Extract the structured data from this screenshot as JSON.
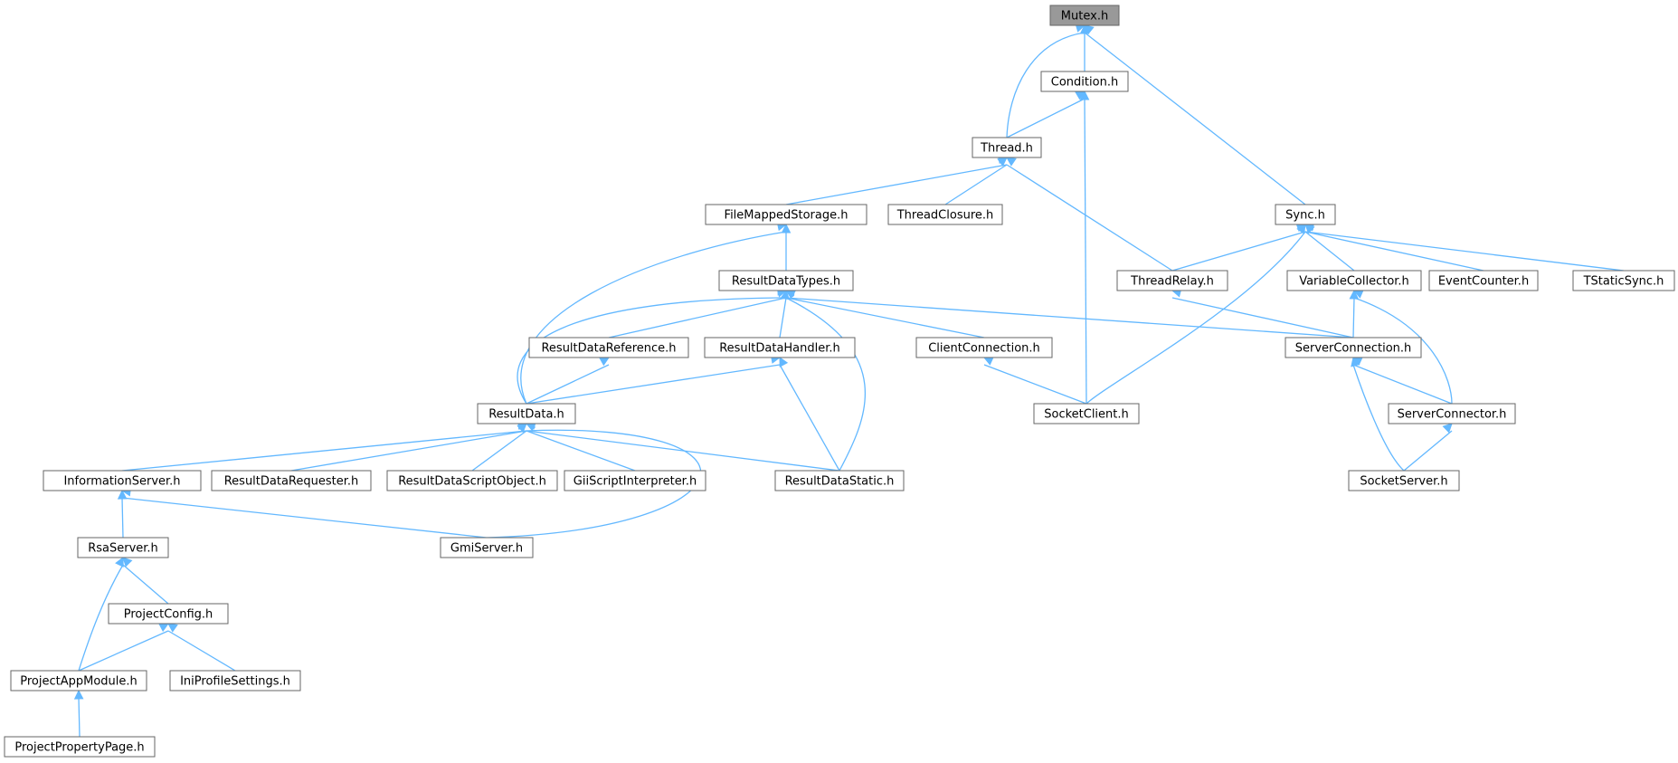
{
  "graph": {
    "colors": {
      "edge": "#63b8ff",
      "root_fill": "#999999",
      "border": "#666666"
    },
    "nodes": [
      {
        "id": "mutex",
        "label": "Mutex.h",
        "root": true
      },
      {
        "id": "condition",
        "label": "Condition.h"
      },
      {
        "id": "thread",
        "label": "Thread.h"
      },
      {
        "id": "sync",
        "label": "Sync.h"
      },
      {
        "id": "filemapped",
        "label": "FileMappedStorage.h"
      },
      {
        "id": "threadclosure",
        "label": "ThreadClosure.h"
      },
      {
        "id": "resultdatatypes",
        "label": "ResultDataTypes.h"
      },
      {
        "id": "threadrelay",
        "label": "ThreadRelay.h"
      },
      {
        "id": "variablecollector",
        "label": "VariableCollector.h"
      },
      {
        "id": "eventcounter",
        "label": "EventCounter.h"
      },
      {
        "id": "tstaticsync",
        "label": "TStaticSync.h"
      },
      {
        "id": "resultdatareference",
        "label": "ResultDataReference.h"
      },
      {
        "id": "resultdatahandler",
        "label": "ResultDataHandler.h"
      },
      {
        "id": "clientconnection",
        "label": "ClientConnection.h"
      },
      {
        "id": "serverconnection",
        "label": "ServerConnection.h"
      },
      {
        "id": "resultdata",
        "label": "ResultData.h"
      },
      {
        "id": "socketclient",
        "label": "SocketClient.h"
      },
      {
        "id": "serverconnector",
        "label": "ServerConnector.h"
      },
      {
        "id": "informationserver",
        "label": "InformationServer.h"
      },
      {
        "id": "resultdatarequester",
        "label": "ResultDataRequester.h"
      },
      {
        "id": "resultdatascriptobject",
        "label": "ResultDataScriptObject.h"
      },
      {
        "id": "giiscriptinterpreter",
        "label": "GiiScriptInterpreter.h"
      },
      {
        "id": "resultdatastatic",
        "label": "ResultDataStatic.h"
      },
      {
        "id": "socketserver",
        "label": "SocketServer.h"
      },
      {
        "id": "rsaserver",
        "label": "RsaServer.h"
      },
      {
        "id": "gmiserver",
        "label": "GmiServer.h"
      },
      {
        "id": "projectconfig",
        "label": "ProjectConfig.h"
      },
      {
        "id": "projectappmodule",
        "label": "ProjectAppModule.h"
      },
      {
        "id": "iniprofilesettings",
        "label": "IniProfileSettings.h"
      },
      {
        "id": "projectpropertypage",
        "label": "ProjectPropertyPage.h"
      }
    ],
    "edges": [
      [
        "mutex",
        "condition"
      ],
      [
        "mutex",
        "thread"
      ],
      [
        "mutex",
        "sync"
      ],
      [
        "condition",
        "thread"
      ],
      [
        "condition",
        "socketclient"
      ],
      [
        "thread",
        "filemapped"
      ],
      [
        "thread",
        "threadclosure"
      ],
      [
        "thread",
        "threadrelay"
      ],
      [
        "filemapped",
        "resultdatatypes"
      ],
      [
        "filemapped",
        "resultdata"
      ],
      [
        "resultdatatypes",
        "resultdatareference"
      ],
      [
        "resultdatatypes",
        "resultdatahandler"
      ],
      [
        "resultdatatypes",
        "clientconnection"
      ],
      [
        "resultdatatypes",
        "serverconnection"
      ],
      [
        "resultdatatypes",
        "resultdata"
      ],
      [
        "resultdatatypes",
        "resultdatastatic"
      ],
      [
        "sync",
        "threadrelay"
      ],
      [
        "sync",
        "variablecollector"
      ],
      [
        "sync",
        "eventcounter"
      ],
      [
        "sync",
        "tstaticsync"
      ],
      [
        "sync",
        "socketclient"
      ],
      [
        "threadrelay",
        "serverconnection"
      ],
      [
        "variablecollector",
        "serverconnection"
      ],
      [
        "variablecollector",
        "serverconnector"
      ],
      [
        "resultdatareference",
        "resultdata"
      ],
      [
        "resultdatahandler",
        "resultdata"
      ],
      [
        "resultdatahandler",
        "resultdatastatic"
      ],
      [
        "clientconnection",
        "socketclient"
      ],
      [
        "serverconnection",
        "serverconnector"
      ],
      [
        "serverconnection",
        "socketserver"
      ],
      [
        "serverconnector",
        "socketserver"
      ],
      [
        "resultdata",
        "informationserver"
      ],
      [
        "resultdata",
        "resultdatarequester"
      ],
      [
        "resultdata",
        "resultdatascriptobject"
      ],
      [
        "resultdata",
        "giiscriptinterpreter"
      ],
      [
        "resultdata",
        "resultdatastatic"
      ],
      [
        "resultdata",
        "gmiserver"
      ],
      [
        "informationserver",
        "rsaserver"
      ],
      [
        "informationserver",
        "gmiserver"
      ],
      [
        "rsaserver",
        "projectconfig"
      ],
      [
        "rsaserver",
        "projectappmodule"
      ],
      [
        "projectconfig",
        "projectappmodule"
      ],
      [
        "projectconfig",
        "iniprofilesettings"
      ],
      [
        "projectappmodule",
        "projectpropertypage"
      ]
    ]
  }
}
